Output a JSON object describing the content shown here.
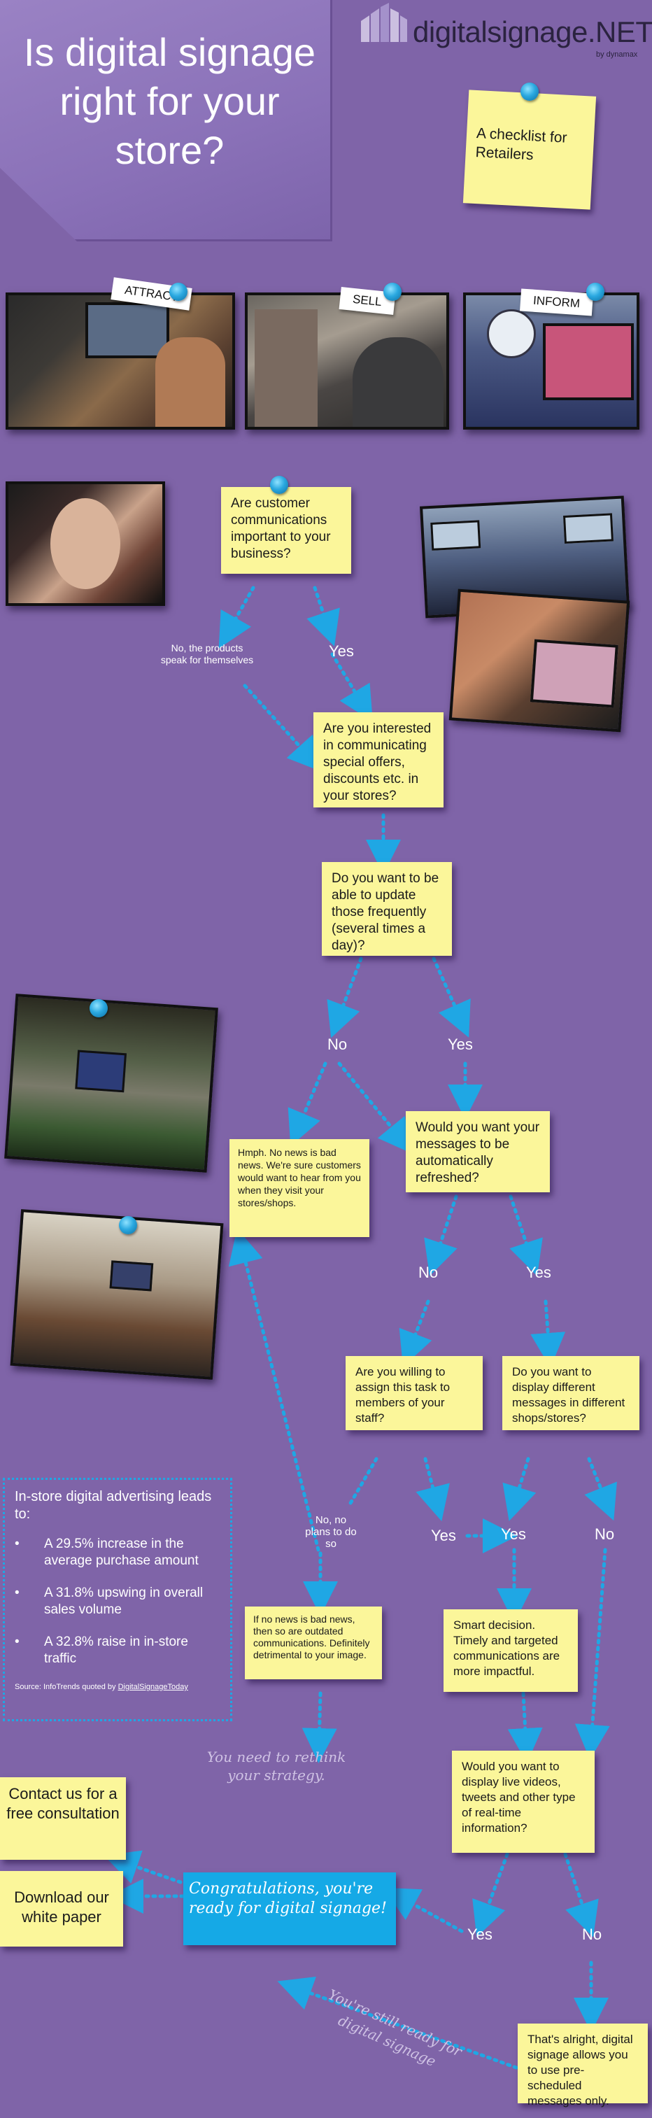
{
  "header": {
    "title": "Is digital signage right for your store?",
    "logo_text": "digitalsignage.NET",
    "logo_by": "by dynamax"
  },
  "checklist_note": "A checklist for Retailers",
  "photo_labels": {
    "attract": "ATTRACT",
    "sell": "SELL",
    "inform": "INFORM"
  },
  "questions": {
    "q1": "Are customer communications important to your business?",
    "q2": "Are you interested in communicating special offers, discounts etc. in your stores?",
    "q3": "Do you want to be able to update those frequently (several times a day)?",
    "q4": "Would you want your messages to be automatically refreshed?",
    "q5": "Are you willing to assign this task to members of your staff?",
    "q6": "Do you want to display different messages in different shops/stores?",
    "q7": "Would you want to display live videos, tweets and other type of real-time information?"
  },
  "answers": {
    "no_products": "No, the products speak for themselves",
    "yes": "Yes",
    "no": "No",
    "no_no_plans": "No, no plans to do so"
  },
  "responses": {
    "hmph": "Hmph. No news is bad news. We're sure customers would want to hear from you when they visit your stores/shops.",
    "outdated": "If no news is bad news, then so are outdated communications. Definitely detrimental to your image.",
    "smart": "Smart decision. Timely and targeted communications are more impactful.",
    "alright": "That's alright, digital signage allows you to use pre-scheduled messages only.",
    "congrats": "Congratulations, you're ready for digital signage!",
    "contact": "Contact us for a free consultation",
    "download": "Download our white paper",
    "rethink": "You need to rethink your strategy.",
    "still_ready": "You're still ready for digital signage"
  },
  "stats": {
    "heading": "In-store digital advertising leads to:",
    "items": [
      "A 29.5% increase in the average purchase amount",
      "A 31.8% upswing in overall sales volume",
      "A 32.8% raise in in-store traffic"
    ],
    "source_prefix": "Source: InfoTrends quoted by ",
    "source_link": "DigitalSignageToday"
  },
  "colors": {
    "background": "#7f64a8",
    "note": "#fbf69a",
    "accent_blue": "#1fa7e4"
  }
}
